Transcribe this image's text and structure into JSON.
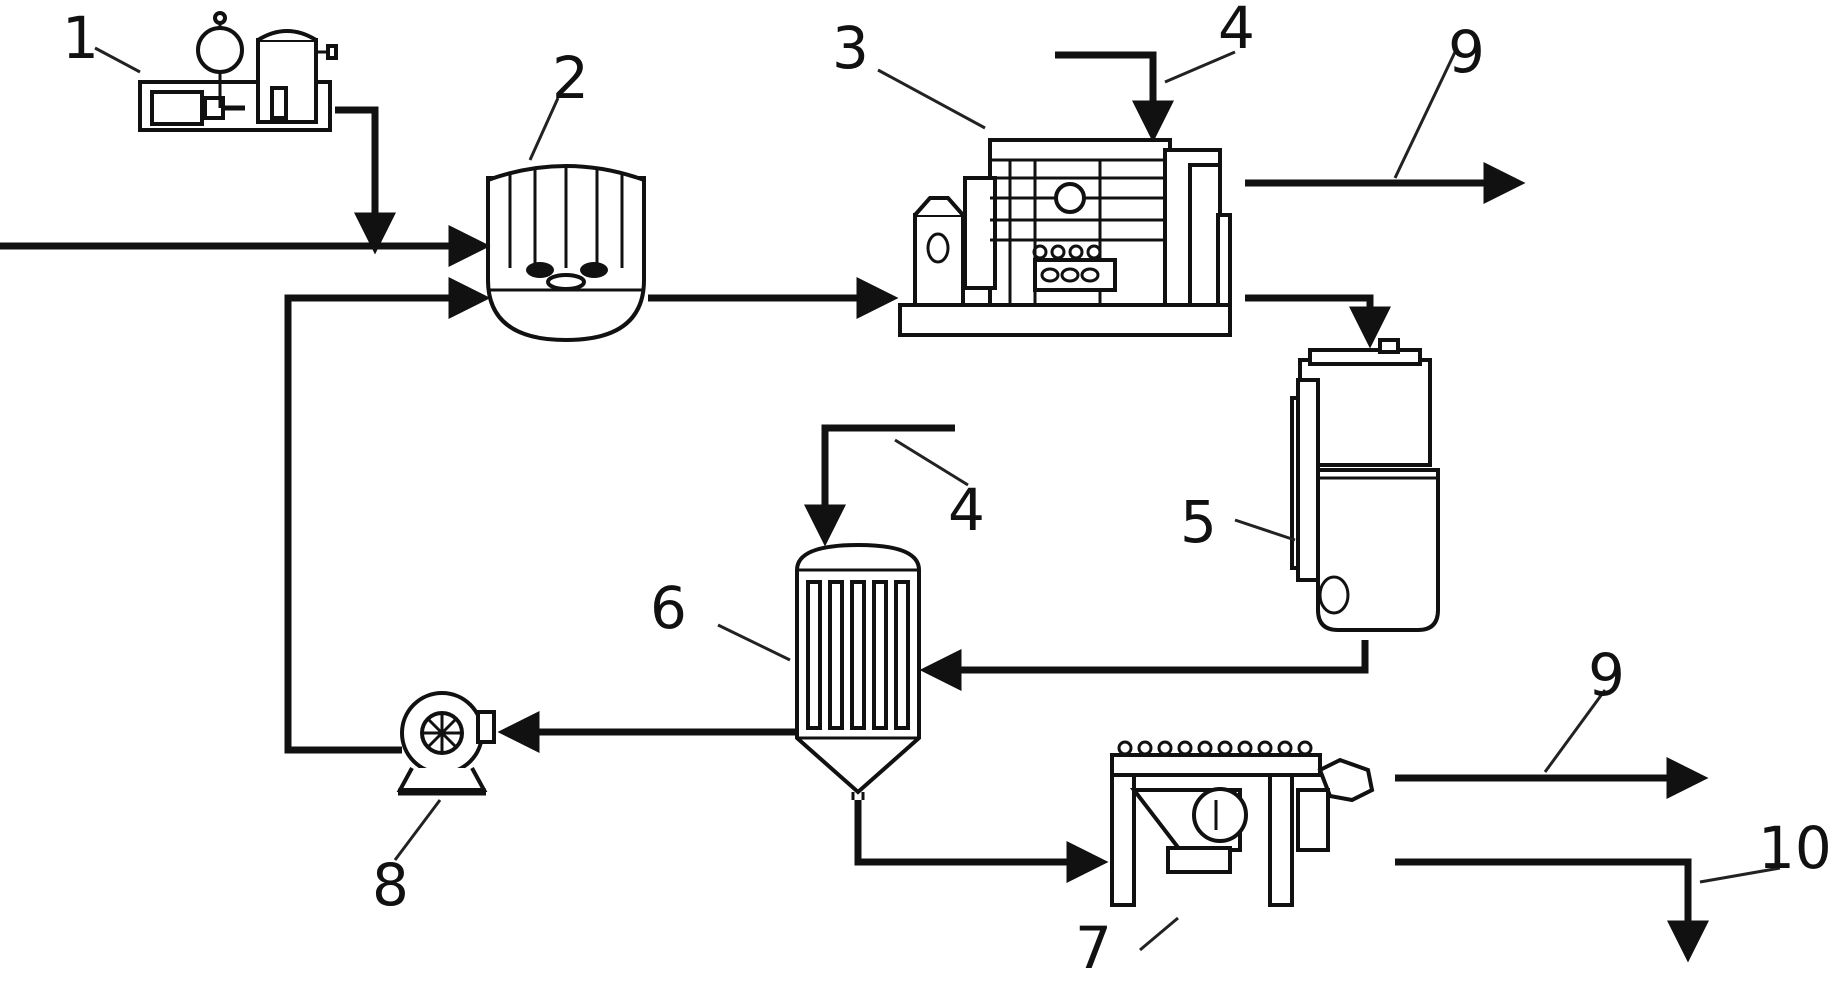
{
  "labels": {
    "l1": "1",
    "l2": "2",
    "l3": "3",
    "l4a": "4",
    "l4b": "4",
    "l5": "5",
    "l6": "6",
    "l7": "7",
    "l8": "8",
    "l9a": "9",
    "l9b": "9",
    "l10": "10"
  },
  "colors": {
    "line": "#111111",
    "background": "#ffffff"
  },
  "icons": {
    "equipment_1": "pump-and-tank-icon",
    "equipment_2": "stirred-reactor-icon",
    "equipment_3": "process-machine-icon",
    "equipment_5": "vertical-vessel-icon",
    "equipment_6": "tubular-column-icon",
    "equipment_7": "filter-press-icon",
    "equipment_8": "centrifugal-pump-icon"
  }
}
